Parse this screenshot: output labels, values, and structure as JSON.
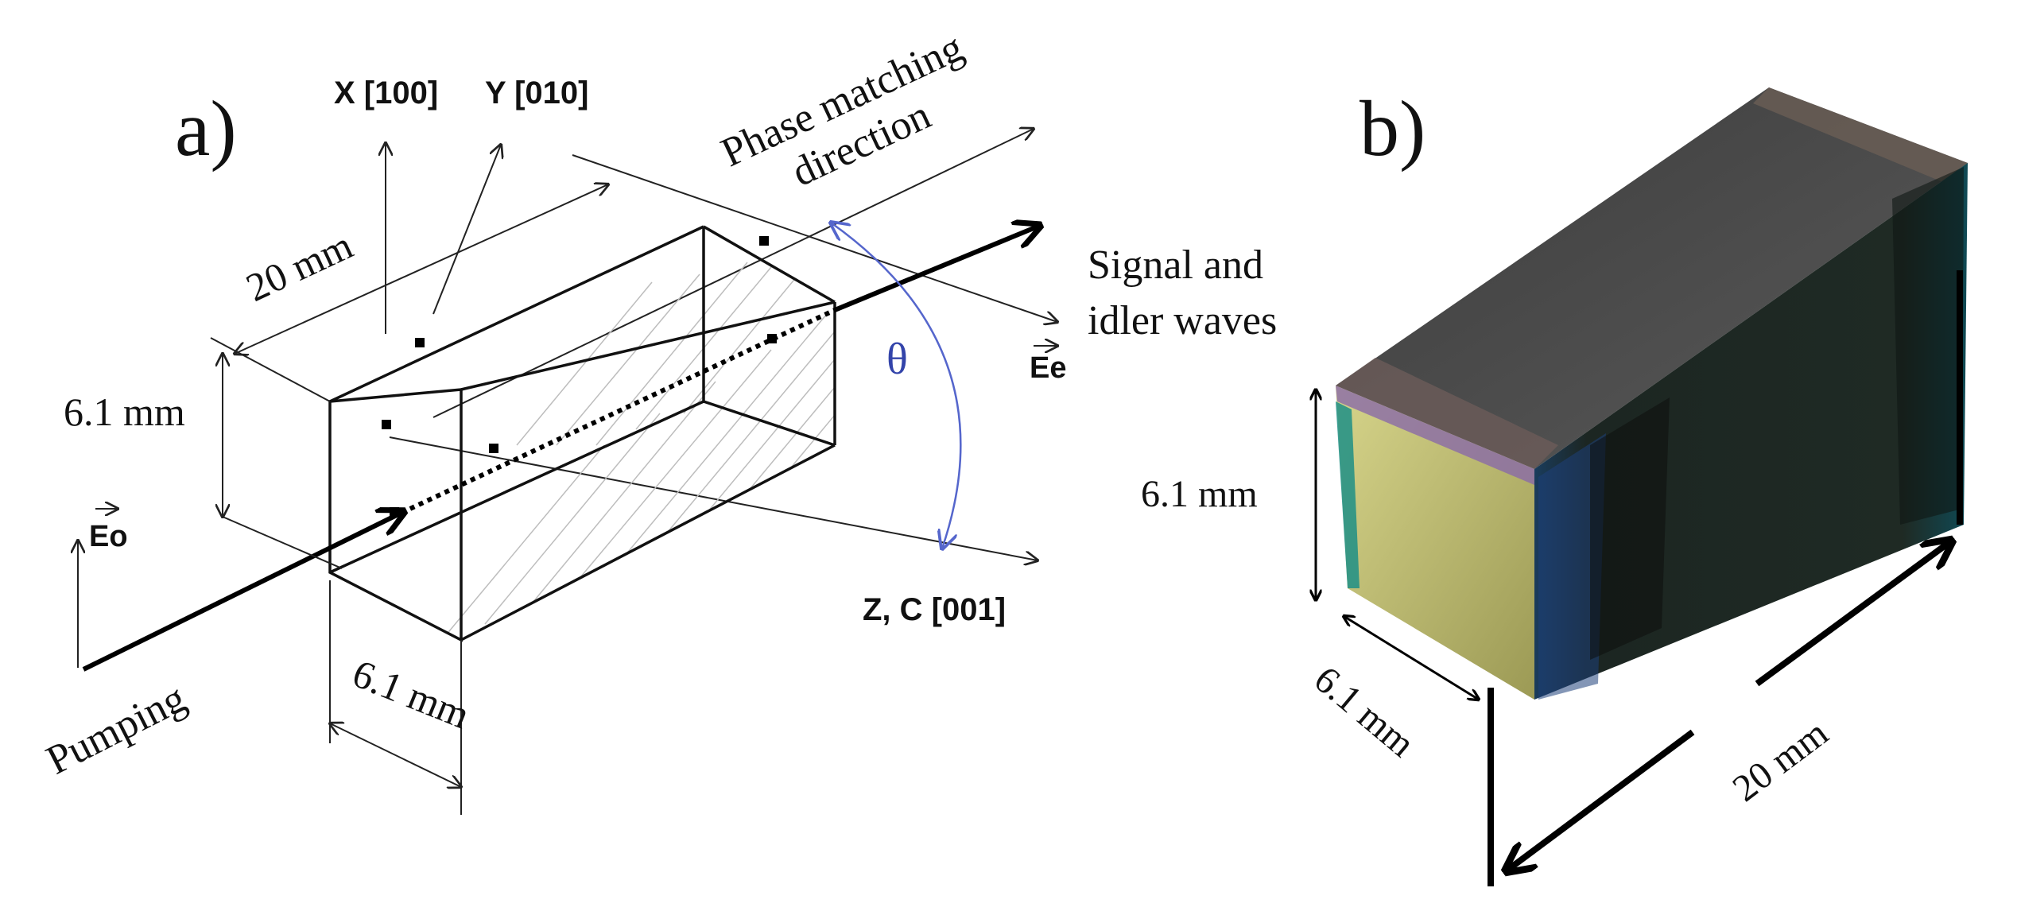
{
  "panel_a": {
    "label": "a)",
    "axis_x": "X [100]",
    "axis_y": "Y [010]",
    "axis_z": "Z, C [001]",
    "phase_line1": "Phase matching",
    "phase_line2": "direction",
    "length": "20 mm",
    "height": "6.1 mm",
    "width": "6.1 mm",
    "theta": "θ",
    "signal_line1": "Signal and",
    "signal_line2": "idler waves",
    "eo": "Eo",
    "ee": "Ee",
    "pumping": "Pumping"
  },
  "panel_b": {
    "label": "b)",
    "height": "6.1 mm",
    "width": "6.1 mm",
    "length": "20 mm"
  },
  "colors": {
    "theta_arc": "#5566cc",
    "crystal_end_face": "#b8b46a",
    "crystal_body": "#1f2a24",
    "crystal_top": "#4a4a4a"
  }
}
